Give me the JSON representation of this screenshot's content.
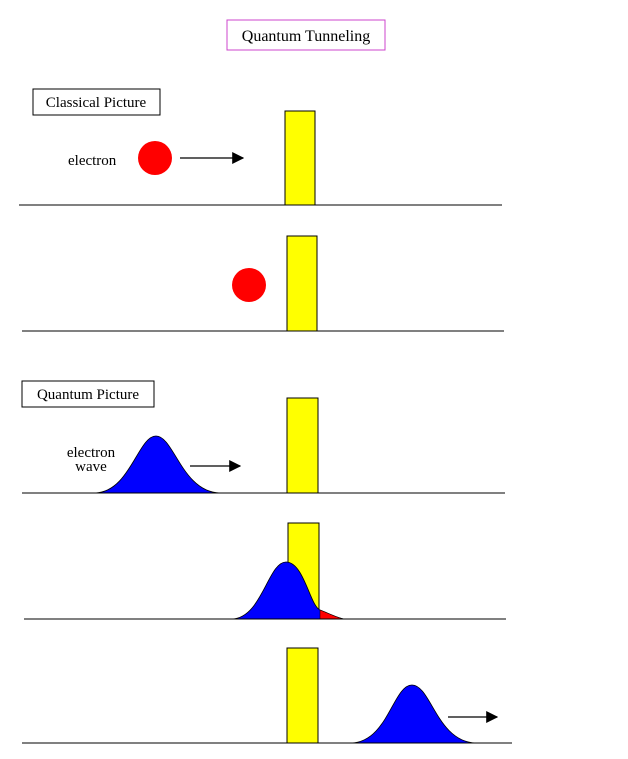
{
  "title": "Quantum Tunneling",
  "classical": {
    "heading": "Classical Picture",
    "particle_label": "electron"
  },
  "quantum": {
    "heading": "Quantum Picture",
    "wave_label_line1": "electron",
    "wave_label_line2": "wave"
  },
  "colors": {
    "title_border": "#cc44cc",
    "barrier": "#ffff00",
    "electron": "#ff0000",
    "wave": "#0000ff",
    "tunneled": "#ff0000"
  }
}
